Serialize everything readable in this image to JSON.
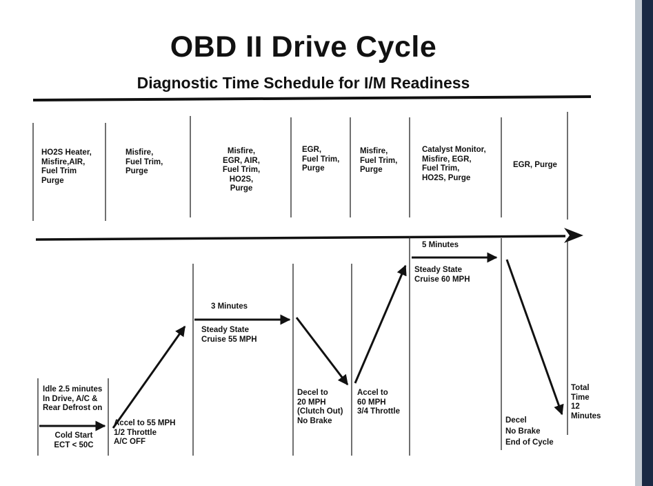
{
  "title": "OBD II Drive Cycle",
  "subtitle": "Diagnostic Time Schedule for I/M Readiness",
  "monitors": [
    "HO2S Heater,\nMisfire,AIR,\nFuel Trim\nPurge",
    "Misfire,\nFuel Trim,\nPurge",
    "Misfire,\nEGR, AIR,\nFuel Trim,\nHO2S,\nPurge",
    "EGR,\nFuel Trim,\nPurge",
    "Misfire,\nFuel Trim,\nPurge",
    "Catalyst Monitor,\nMisfire, EGR,\nFuel Trim,\nHO2S, Purge",
    "EGR, Purge"
  ],
  "steps": {
    "idle": "Idle 2.5 minutes\nIn Drive, A/C &\nRear Defrost on",
    "cold_start": "Cold Start\nECT < 50C",
    "accel_55": "Accel to 55 MPH\n1/2 Throttle\nA/C OFF",
    "three_minutes": "3 Minutes",
    "cruise_55": "Steady State\nCruise 55 MPH",
    "decel_20": "Decel to\n20 MPH\n(Clutch Out)\nNo Brake",
    "accel_60": "Accel to\n60 MPH\n3/4 Throttle",
    "five_minutes": "5 Minutes",
    "cruise_60": "Steady State\nCruise 60 MPH",
    "decel": "Decel\nNo Brake\nEnd of Cycle",
    "total": "Total\nTime\n12\nMinutes"
  }
}
